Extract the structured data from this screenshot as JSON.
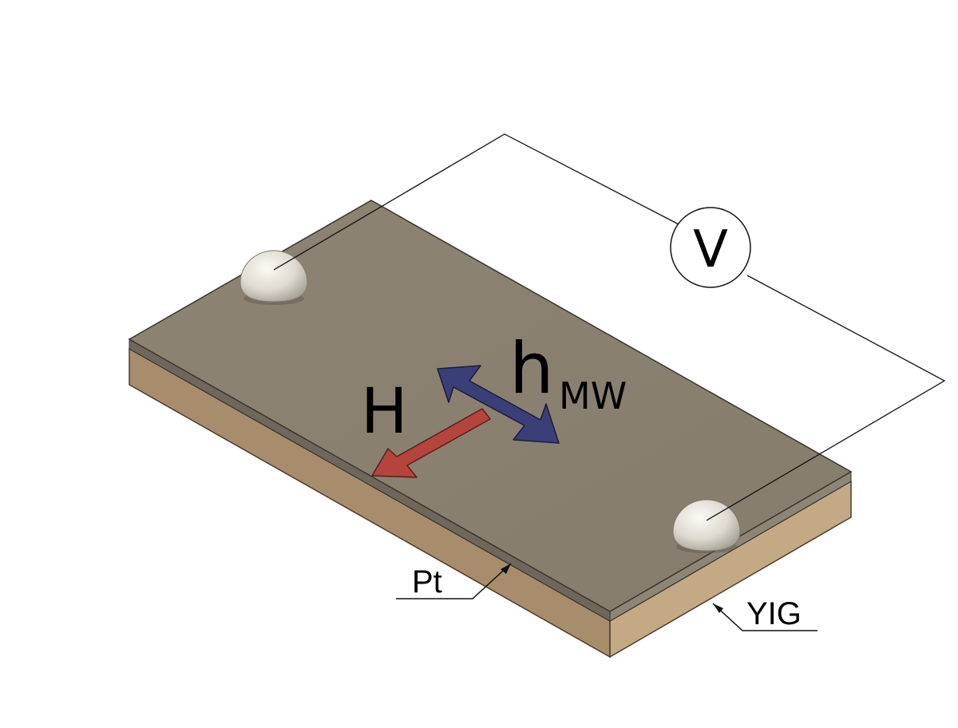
{
  "labels": {
    "field_H": "H",
    "field_h": "h",
    "field_h_sub": "MW",
    "voltmeter": "V",
    "layer_pt": "Pt",
    "layer_yig": "YIG"
  },
  "colors": {
    "pt_top": "#8a8171",
    "pt_edge": "#6f675c",
    "yig_front": "#a88d6c",
    "yig_right": "#c4aa84",
    "contact": "#e4e1d7",
    "arrow_H": "#b5443c",
    "arrow_h": "#3b3f78"
  }
}
